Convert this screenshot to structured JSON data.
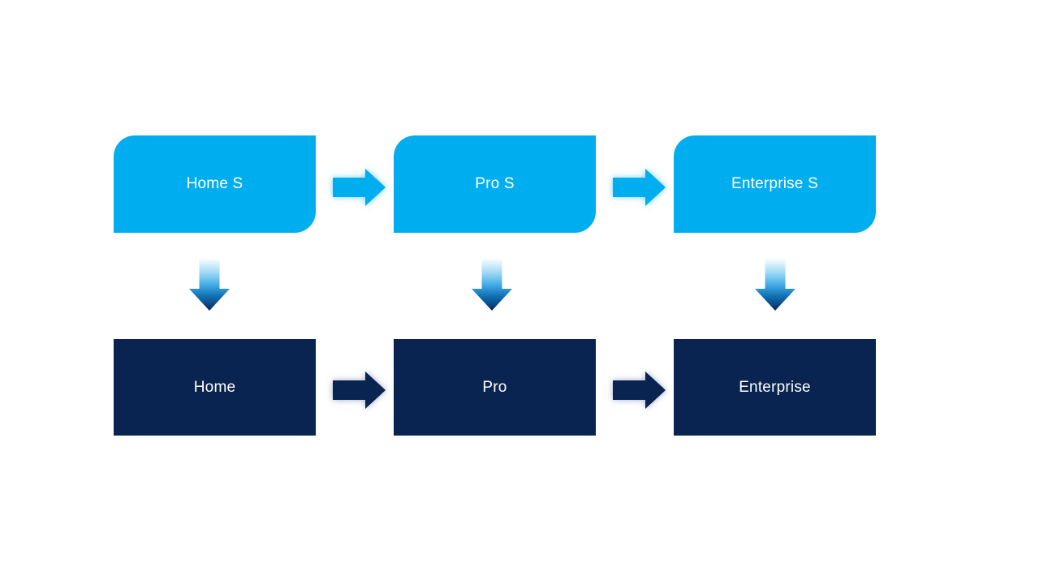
{
  "slide": {
    "background": "#FFFFFF"
  },
  "colors": {
    "light_blue": "#00AEEF",
    "dark_navy": "#0A2451",
    "text": "#FFFFFF",
    "light_arrow_glow": "rgba(41,182,246,0.65)",
    "dark_arrow_glow": "rgba(75,105,155,0.55)",
    "down_arrow_gradient": [
      "#FFFFFF",
      "#9FD9F6",
      "#3FA9E4",
      "#1172B4",
      "#0D4A82",
      "#0A2351"
    ]
  },
  "diagram": {
    "top_row": [
      {
        "label": "Home S"
      },
      {
        "label": "Pro S"
      },
      {
        "label": "Enterprise S"
      }
    ],
    "bottom_row": [
      {
        "label": "Home"
      },
      {
        "label": "Pro"
      },
      {
        "label": "Enterprise"
      }
    ],
    "icons": {
      "right_arrow": "right-arrow-icon",
      "down_arrow": "down-arrow-icon"
    }
  }
}
